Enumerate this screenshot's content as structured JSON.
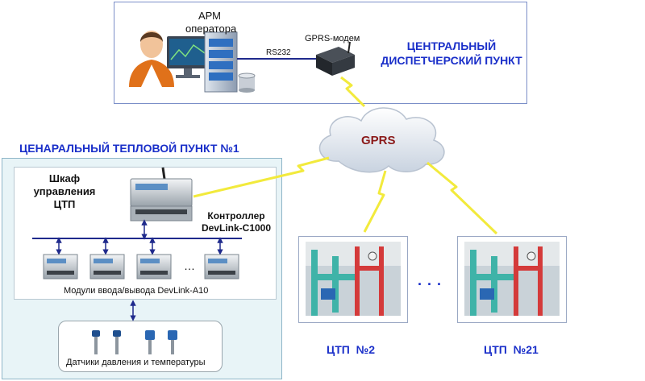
{
  "central": {
    "title_line1": "ЦЕНТРАЛЬНЫЙ",
    "title_line2": "ДИСПЕТЧЕРСКИЙ ПУНКТ",
    "operator_line1": "АРМ",
    "operator_line2": "оператора",
    "modem_label": "GPRS-модем",
    "link_label": "RS232"
  },
  "cloud": {
    "label": "GPRS"
  },
  "ctp1": {
    "title": "ЦЕНАРАЛЬНЫЙ ТЕПЛОВОЙ ПУНКТ №1",
    "cabinet_line1": "Шкаф",
    "cabinet_line2": "управления",
    "cabinet_line3": "ЦТП",
    "controller_line1": "Контроллер",
    "controller_line2": "DevLink-C1000",
    "modules_label": "Модули ввода/вывода DevLink-A10",
    "modules_ellipsis": "…",
    "sensors_label": "Датчики давления и температуры"
  },
  "stations": [
    {
      "label": "ЦТП  №2"
    },
    {
      "label": "ЦТП  №21"
    }
  ],
  "stations_ellipsis": ". . .",
  "colors": {
    "title_blue": "#1a2fc9",
    "gprs_text": "#8b1a1a",
    "link_line": "#1f2a8c",
    "lightning": "#f2ea3c"
  }
}
